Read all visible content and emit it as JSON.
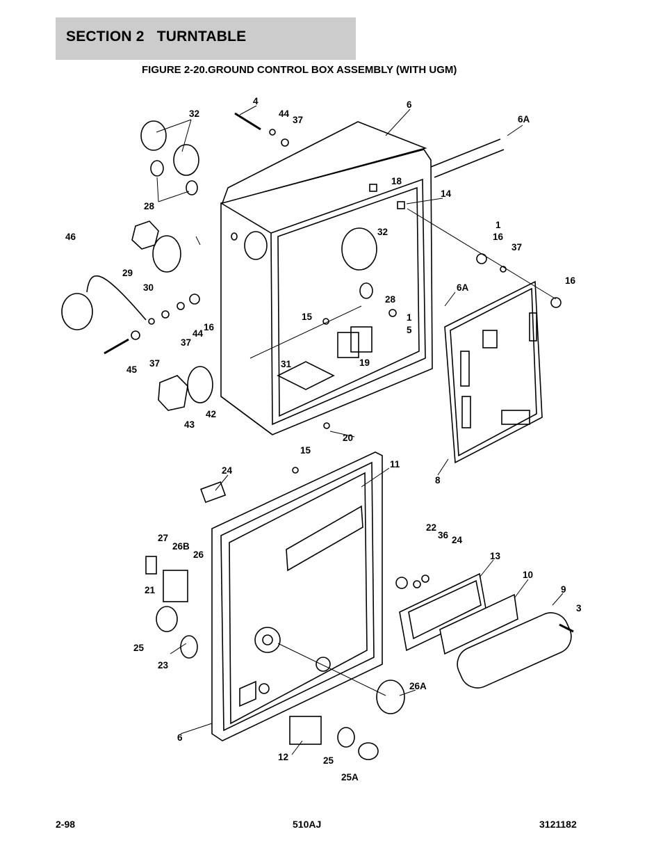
{
  "header": {
    "section": "SECTION 2   TURNTABLE"
  },
  "figure": {
    "title": "FIGURE 2-20.GROUND CONTROL BOX ASSEMBLY (WITH UGM)"
  },
  "diagram": {
    "callouts": [
      "32",
      "4",
      "44",
      "37",
      "6",
      "6A",
      "18",
      "14",
      "28",
      "46",
      "1",
      "16",
      "37",
      "32",
      "29",
      "30",
      "6A",
      "16",
      "28",
      "15",
      "1",
      "5",
      "16",
      "44",
      "37",
      "31",
      "19",
      "45",
      "37",
      "42",
      "43",
      "20",
      "8",
      "15",
      "11",
      "24",
      "27",
      "26B",
      "26",
      "22",
      "36",
      "24",
      "13",
      "10",
      "9",
      "3",
      "21",
      "25",
      "23",
      "26A",
      "6",
      "12",
      "25",
      "25A"
    ]
  },
  "footer": {
    "page": "2-98",
    "model": "510AJ",
    "doc_number": "3121182"
  }
}
